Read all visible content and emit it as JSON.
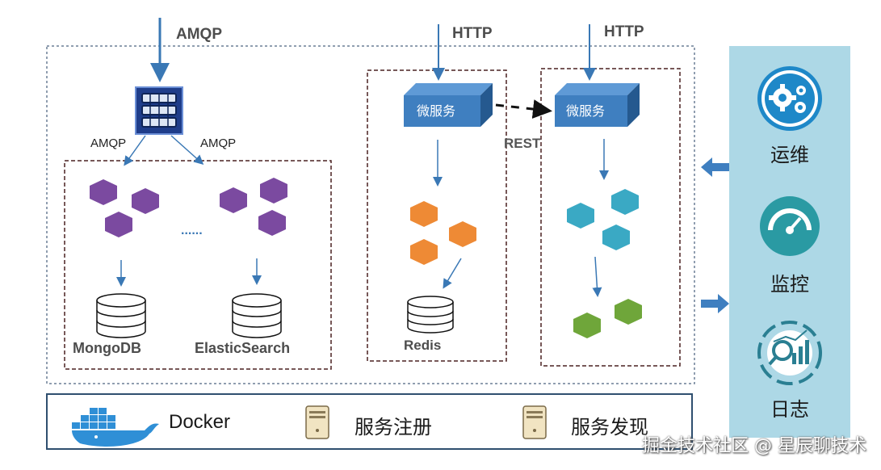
{
  "protocols": {
    "amqp_top": "AMQP",
    "http_left": "HTTP",
    "http_right": "HTTP",
    "amqp_left": "AMQP",
    "amqp_right": "AMQP",
    "rest": "REST"
  },
  "services": {
    "left": "微服务",
    "right": "微服务"
  },
  "ellipsis": "......",
  "databases": {
    "mongo": "MongoDB",
    "elastic": "ElasticSearch",
    "redis": "Redis"
  },
  "side": {
    "ops": "运维",
    "monitor": "监控",
    "log": "日志"
  },
  "bottom_bar": {
    "docker": "Docker",
    "registry": "服务注册",
    "discovery": "服务发现"
  },
  "watermark": "掘金技术社区 @ 星辰聊技术",
  "colors": {
    "purple": "#7b4aa0",
    "orange": "#ee8a35",
    "teal": "#3aa9c4",
    "green": "#6fa63a",
    "service_blue": "#3f7fc0",
    "arrow_blue": "#3a78b5",
    "dash_border": "#4a2020",
    "side_panel": "#add8e6"
  }
}
